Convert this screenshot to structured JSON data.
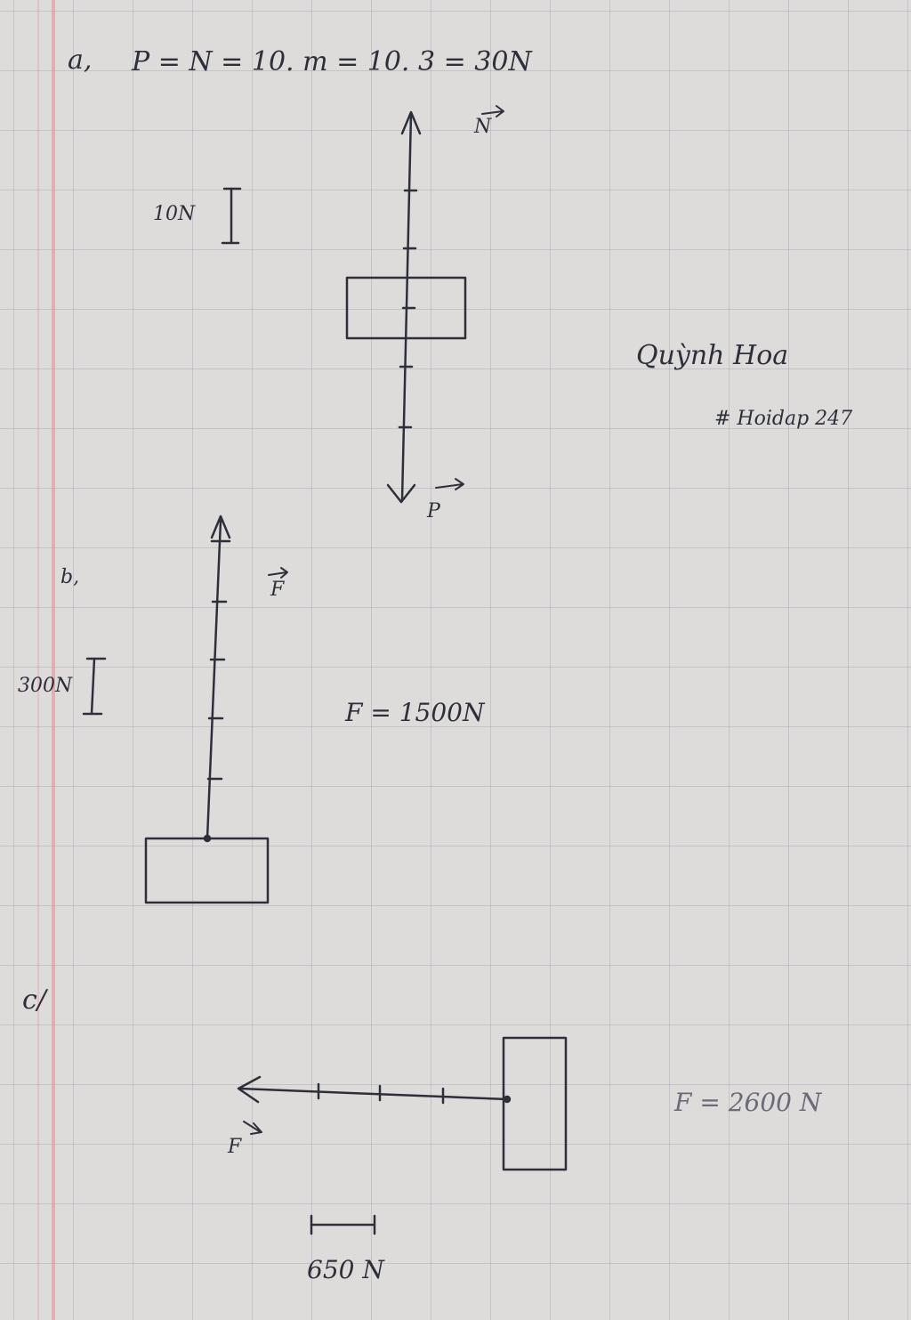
{
  "part_a": {
    "label": "a,",
    "equation": "P = N = 10. m = 10. 3 = 30N",
    "scale_label": "10N",
    "vector_top": "N",
    "vector_bottom": "P"
  },
  "part_b": {
    "label": "b,",
    "scale_label": "300N",
    "vector_label": "F",
    "force_text": "F = 1500N"
  },
  "part_c": {
    "label": "c/",
    "vector_label": "F",
    "scale_label": "650 N",
    "force_text": "F = 2600 N"
  },
  "signature": {
    "name": "Quỳnh Hoa",
    "tag": "# Hoidap 247"
  },
  "colors": {
    "ink": "#2f2f3a",
    "paper": "#dedcdb",
    "grid": "#9696a0",
    "margin": "#e18c96"
  }
}
